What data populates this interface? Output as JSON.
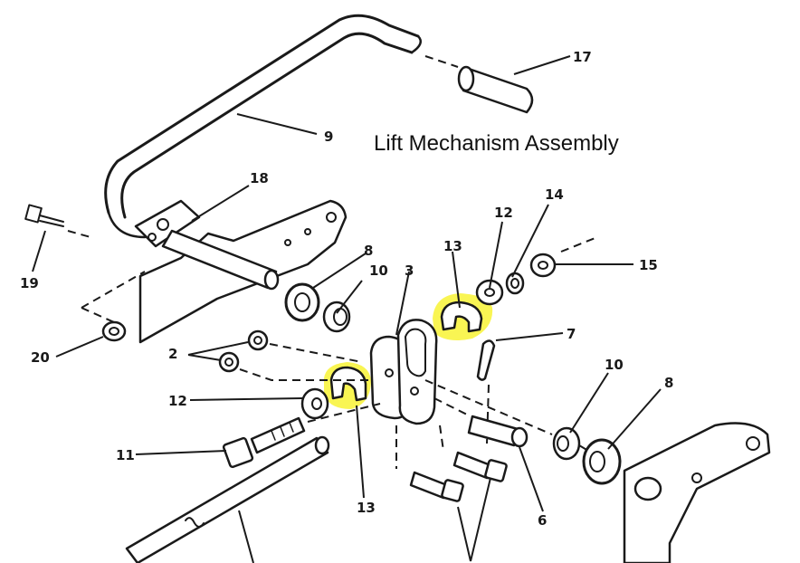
{
  "title": "Lift Mechanism Assembly",
  "highlight_color": "#f7f21a",
  "callouts": {
    "c17": "17",
    "c9": "9",
    "c18": "18",
    "c19": "19",
    "c20": "20",
    "c8a": "8",
    "c10a": "10",
    "c3": "3",
    "c13a": "13",
    "c12a": "12",
    "c14": "14",
    "c15": "15",
    "c7": "7",
    "c2": "2",
    "c12b": "12",
    "c11": "11",
    "c13b": "13",
    "c10b": "10",
    "c8b": "8",
    "c6": "6"
  }
}
